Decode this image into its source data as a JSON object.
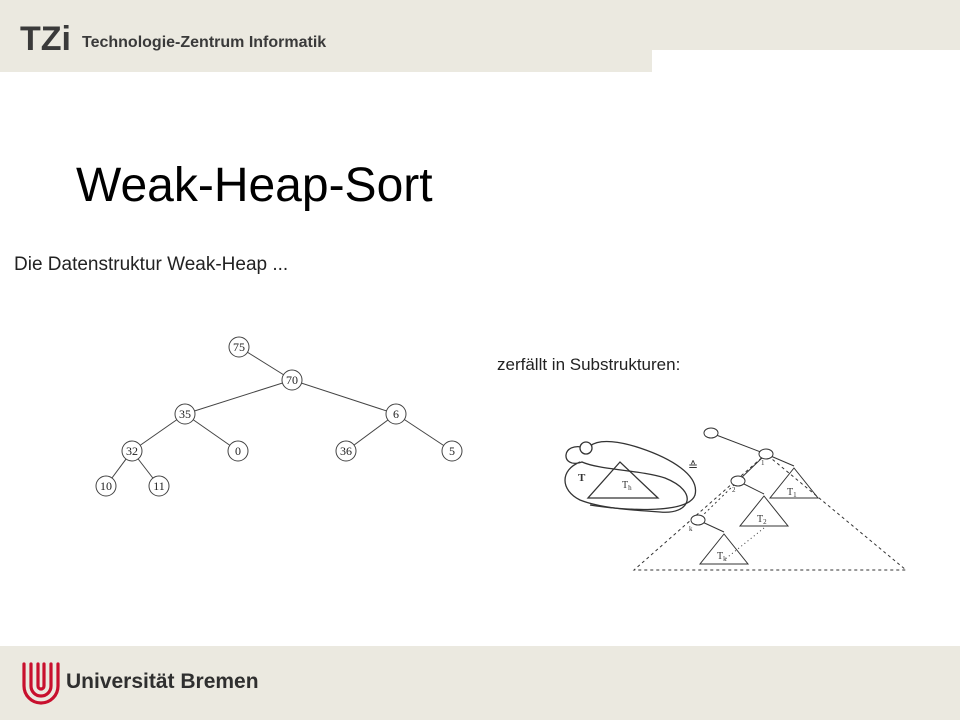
{
  "header": {
    "logo_text": "TZi",
    "institute_name": "Technologie-Zentrum Informatik"
  },
  "slide": {
    "title": "Weak-Heap-Sort",
    "intro_text": "Die Datenstruktur Weak-Heap ...",
    "substructure_text": "zerfällt in Substrukturen:"
  },
  "heap_tree": {
    "nodes": [
      "75",
      "70",
      "35",
      "6",
      "32",
      "0",
      "36",
      "5",
      "10",
      "11"
    ]
  },
  "substructure_diagram": {
    "labels": {
      "tree": "T",
      "th_base": "T",
      "th_sub": "h",
      "equiv": "≙",
      "t1_base": "T",
      "t1_sub": "1",
      "t2_base": "T",
      "t2_sub": "2",
      "tk_base": "T",
      "tk_sub": "k",
      "index_1": "1",
      "index_2": "2",
      "index_k": "k"
    }
  },
  "footer": {
    "university_name": "Universität Bremen"
  }
}
